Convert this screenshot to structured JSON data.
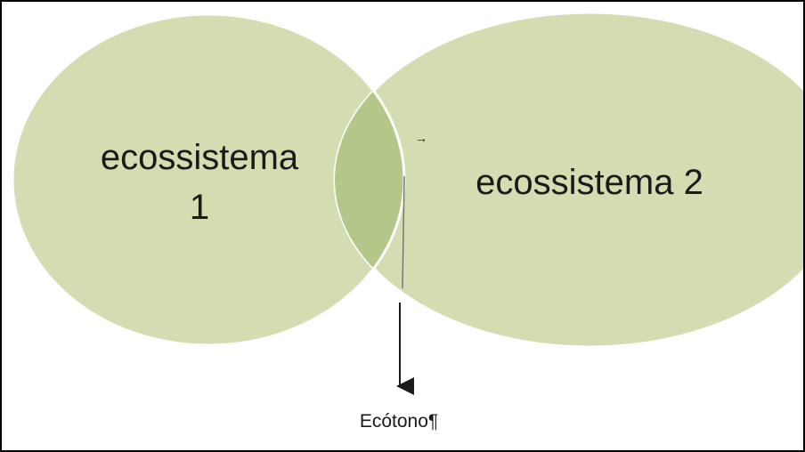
{
  "diagram": {
    "ecosystem1": {
      "line1": "ecossistema",
      "line2": "1"
    },
    "ecosystem2": {
      "label": "ecossistema 2"
    },
    "ecotone": {
      "label": "Ecótono¶"
    },
    "tab_mark": "→"
  },
  "colors": {
    "circle_fill": "#d3ddb1",
    "overlap_fill": "#b3c789",
    "outline": "#ffffff",
    "arrow": "#1a1a1a"
  }
}
